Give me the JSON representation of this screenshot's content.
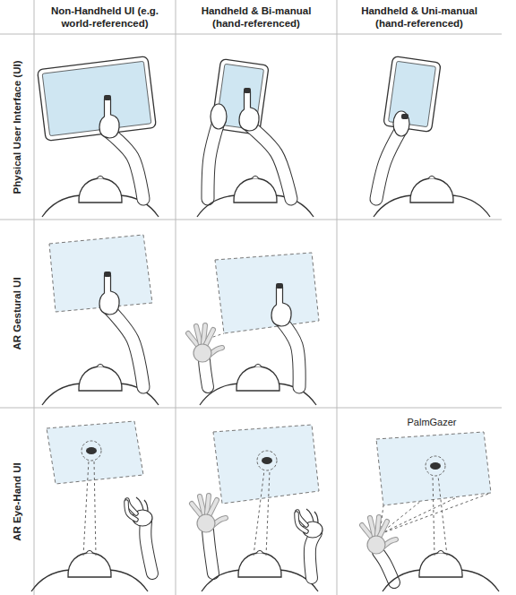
{
  "diagram": {
    "labels": [
      "Non-Handheld UI (e.g. world-referenced)",
      "Handheld & Bi-manual (hand-referenced)",
      "Handheld & Uni-manual (hand-referenced)",
      "Physical User Interface (UI)",
      "AR Gestural UI",
      "AR Eye-Hand UI",
      "PalmGazer"
    ]
  }
}
